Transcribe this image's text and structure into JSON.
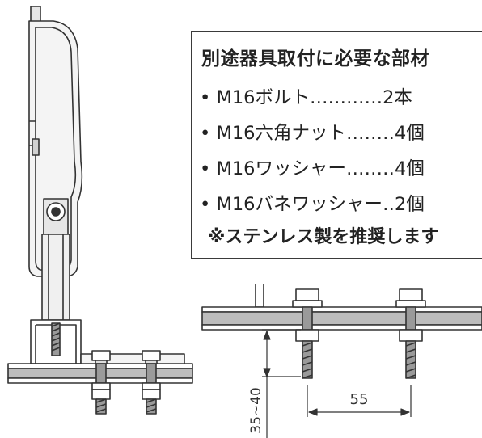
{
  "panel": {
    "title": "別途器具取付に必要な部材",
    "items": [
      {
        "bullet": "•",
        "text": "M16ボルト‥‥‥‥‥‥2本"
      },
      {
        "bullet": "•",
        "text": "M16六角ナット‥‥‥‥4個"
      },
      {
        "bullet": "•",
        "text": "M16ワッシャー‥‥‥‥4個"
      },
      {
        "bullet": "•",
        "text": "M16バネワッシャー‥2個"
      }
    ],
    "note": "※ステンレス製を推奨します"
  },
  "dimensions": {
    "bolt_spacing": "55",
    "plate_thickness": "35~40"
  },
  "colors": {
    "line": "#333333",
    "fill_gray": "#bdbdbd",
    "fill_light": "#e6e6e6"
  }
}
